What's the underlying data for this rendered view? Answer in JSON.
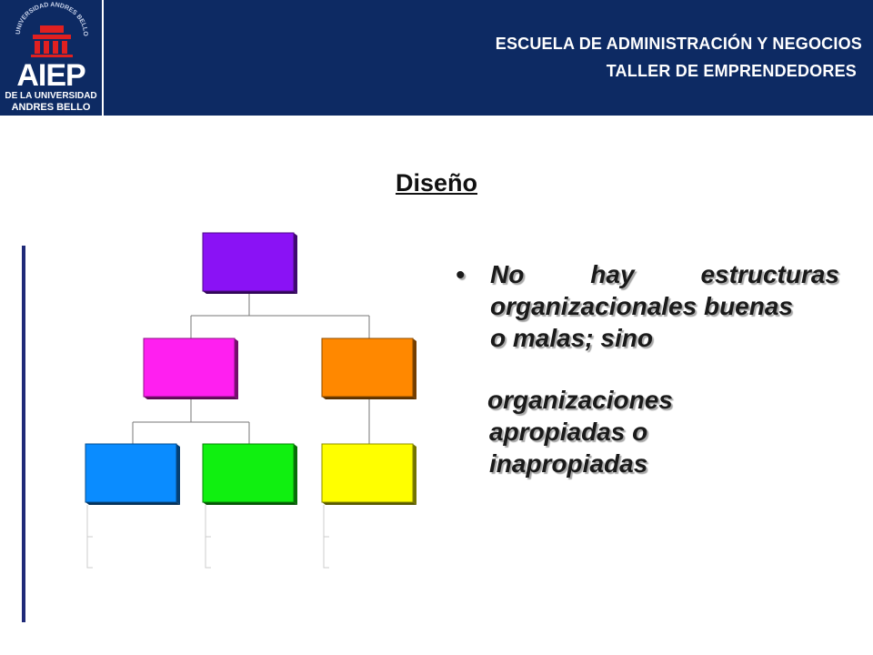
{
  "header": {
    "logo": {
      "arc_text": "UNIVERSIDAD ANDRES BELLO",
      "wordmark": "AIEP",
      "line1": "DE LA UNIVERSIDAD",
      "line2": "ANDRES BELLO",
      "colors": {
        "building": "#e02020",
        "text": "#ffffff"
      }
    },
    "title": "ESCUELA DE ADMINISTRACIÓN Y NEGOCIOS",
    "subtitle": "TALLER DE EMPRENDEDORES",
    "background": "#0d2a63"
  },
  "slide": {
    "title": "Diseño",
    "bullet": {
      "line1_words": [
        "No",
        "hay",
        "estructuras"
      ],
      "line2": "organizacionales buenas",
      "line3": "o malas; sino"
    },
    "continuation": {
      "line1": "organizaciones",
      "line2": "apropiadas o",
      "line3": "inapropiadas"
    }
  },
  "org_chart": {
    "boxes": [
      {
        "id": "top",
        "color": "#8a12f5"
      },
      {
        "id": "mid-left",
        "color": "#ff1ff0"
      },
      {
        "id": "mid-right",
        "color": "#ff8800"
      },
      {
        "id": "bottom-1",
        "color": "#0a8cff"
      },
      {
        "id": "bottom-2",
        "color": "#10f010"
      },
      {
        "id": "bottom-3",
        "color": "#ffff00"
      }
    ]
  }
}
